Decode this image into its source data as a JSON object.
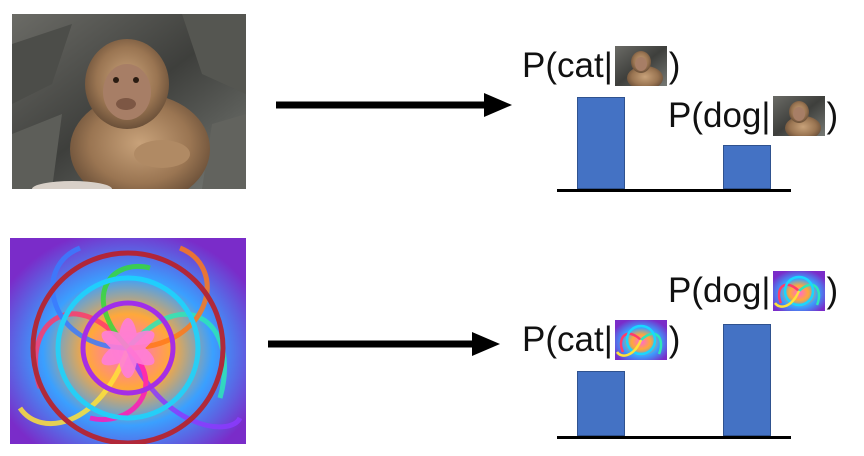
{
  "rows": [
    {
      "image": "monkey-photo",
      "labels": [
        {
          "prefix": "P(cat",
          "bar": "|",
          "suffix": ")"
        },
        {
          "prefix": "P(dog",
          "bar": "|",
          "suffix": ")"
        }
      ],
      "probabilities": {
        "cat": 0.78,
        "dog": 0.37
      }
    },
    {
      "image": "swirl-adversarial-image",
      "labels": [
        {
          "prefix": "P(cat",
          "bar": "|",
          "suffix": ")"
        },
        {
          "prefix": "P(dog",
          "bar": "|",
          "suffix": ")"
        }
      ],
      "probabilities": {
        "cat": 0.55,
        "dog": 0.95
      }
    }
  ],
  "colors": {
    "bar_fill": "#4472c4",
    "arrow": "#000000"
  },
  "icons": {
    "arrow": "right-arrow-icon"
  }
}
